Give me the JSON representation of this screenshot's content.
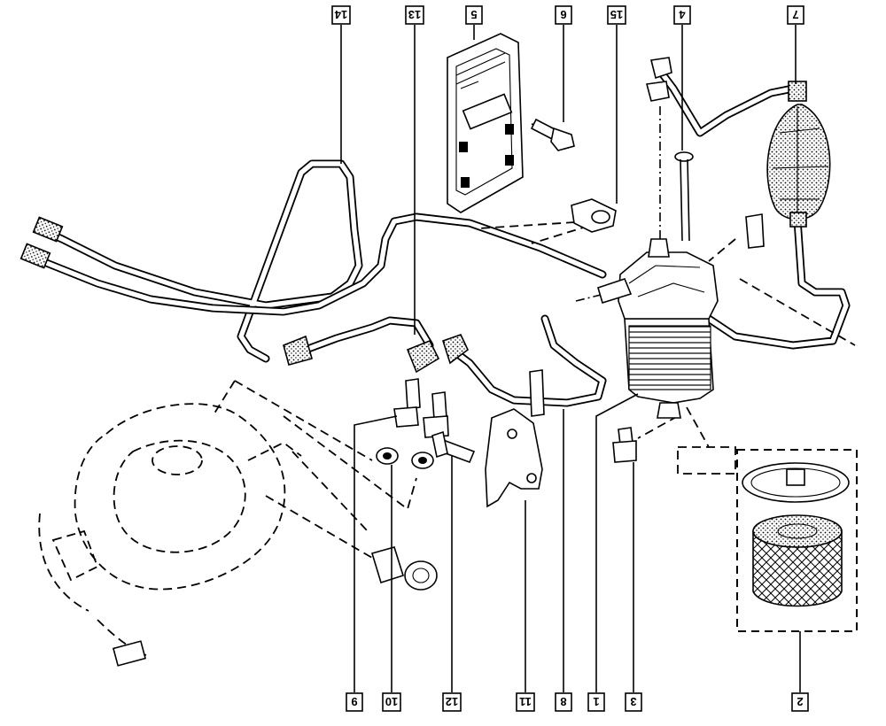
{
  "diagram": {
    "callouts": [
      {
        "id": "c1",
        "label": "1"
      },
      {
        "id": "c2",
        "label": "2"
      },
      {
        "id": "c3",
        "label": "3"
      },
      {
        "id": "c4",
        "label": "4"
      },
      {
        "id": "c5",
        "label": "5"
      },
      {
        "id": "c6",
        "label": "6"
      },
      {
        "id": "c7",
        "label": "7"
      },
      {
        "id": "c8",
        "label": "8"
      },
      {
        "id": "c9",
        "label": "9"
      },
      {
        "id": "c10",
        "label": "10"
      },
      {
        "id": "c11",
        "label": "11"
      },
      {
        "id": "c12",
        "label": "12"
      },
      {
        "id": "c13",
        "label": "13"
      },
      {
        "id": "c14",
        "label": "14"
      },
      {
        "id": "c15",
        "label": "15"
      }
    ],
    "label_orientation": "rotated-180"
  }
}
